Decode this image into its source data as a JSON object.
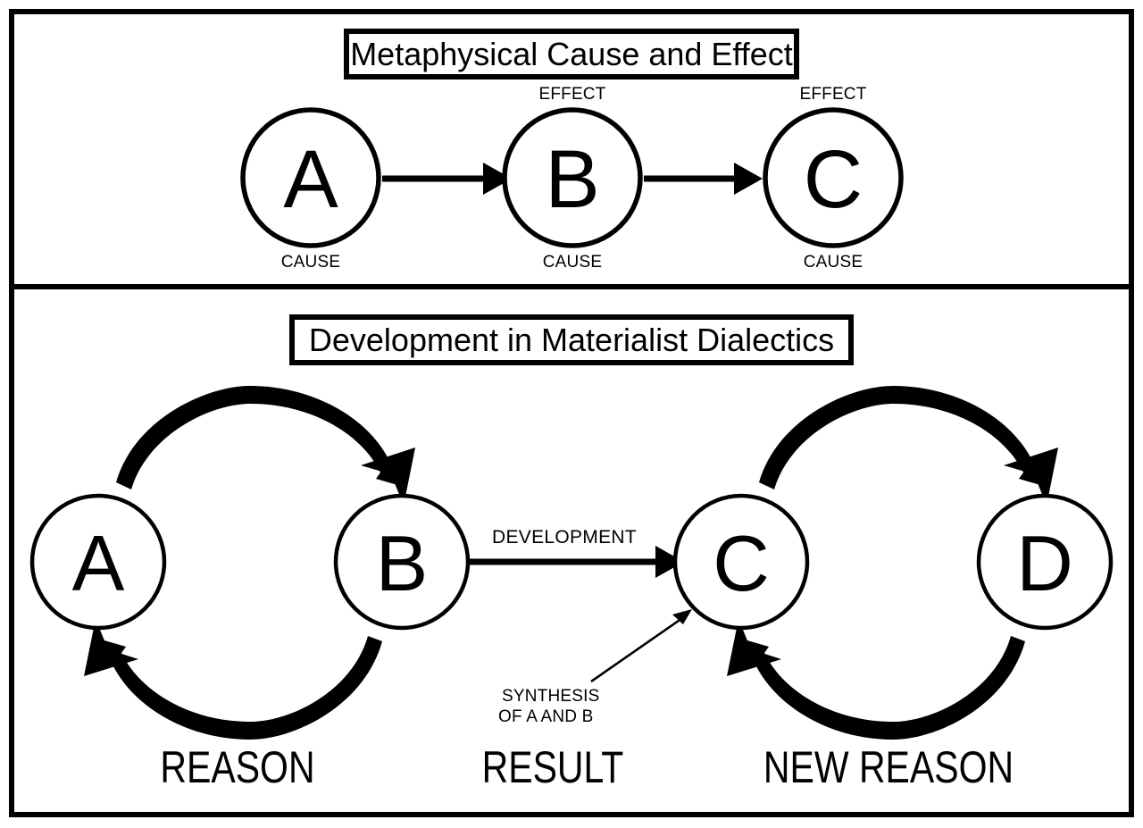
{
  "diagram": {
    "panels": [
      {
        "id": "metaphysical",
        "title": "Metaphysical Cause and Effect",
        "nodes": [
          {
            "letter": "A",
            "label_above": "",
            "label_below": "CAUSE"
          },
          {
            "letter": "B",
            "label_above": "EFFECT",
            "label_below": "CAUSE"
          },
          {
            "letter": "C",
            "label_above": "EFFECT",
            "label_below": "CAUSE"
          }
        ],
        "links": [
          {
            "from": "A",
            "to": "B",
            "style": "straight-arrow",
            "label": ""
          },
          {
            "from": "B",
            "to": "C",
            "style": "straight-arrow",
            "label": ""
          }
        ]
      },
      {
        "id": "dialectics",
        "title": "Development in Materialist Dialectics",
        "nodes": [
          {
            "letter": "A",
            "label_above": "",
            "label_below": ""
          },
          {
            "letter": "B",
            "label_above": "",
            "label_below": ""
          },
          {
            "letter": "C",
            "label_above": "",
            "label_below": ""
          },
          {
            "letter": "D",
            "label_above": "",
            "label_below": ""
          }
        ],
        "links": [
          {
            "from": "A",
            "to": "B",
            "style": "thick-curved-arrow-top",
            "label": ""
          },
          {
            "from": "B",
            "to": "A",
            "style": "thick-curved-arrow-bottom",
            "label": ""
          },
          {
            "from": "B",
            "to": "C",
            "style": "straight-arrow",
            "label": "DEVELOPMENT"
          },
          {
            "from": "C",
            "to": "D",
            "style": "thick-curved-arrow-top",
            "label": ""
          },
          {
            "from": "D",
            "to": "C",
            "style": "thick-curved-arrow-bottom",
            "label": ""
          }
        ],
        "annotations": [
          {
            "target": "C",
            "line1": "SYNTHESIS",
            "line2": "OF A AND B"
          }
        ],
        "captions": [
          {
            "text": "REASON"
          },
          {
            "text": "RESULT"
          },
          {
            "text": "NEW REASON"
          }
        ]
      }
    ],
    "colors": {
      "ink": "#000000",
      "background": "#ffffff"
    }
  }
}
